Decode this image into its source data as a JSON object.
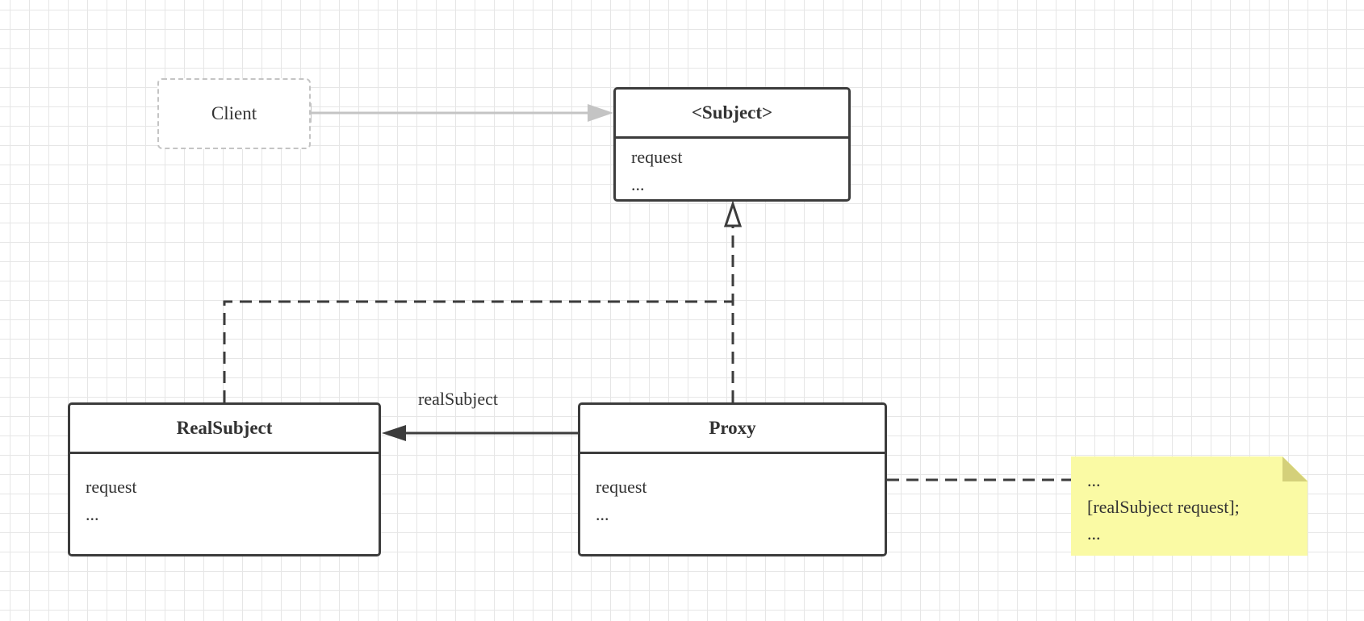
{
  "diagram": {
    "client": {
      "label": "Client"
    },
    "subject": {
      "title": "<Subject>",
      "members": [
        "request",
        "..."
      ]
    },
    "real_subject": {
      "title": "RealSubject",
      "members": [
        "request",
        "..."
      ]
    },
    "proxy": {
      "title": "Proxy",
      "members": [
        "request",
        "..."
      ]
    },
    "association_label": "realSubject",
    "note": {
      "lines": [
        "...",
        "[realSubject request];",
        "..."
      ]
    }
  },
  "colors": {
    "grid": "#e6e6e6",
    "class_border": "#3c3c3c",
    "client_border": "#c4c4c4",
    "note_fill": "#fafaa4",
    "note_fold": "#d4d07a"
  }
}
